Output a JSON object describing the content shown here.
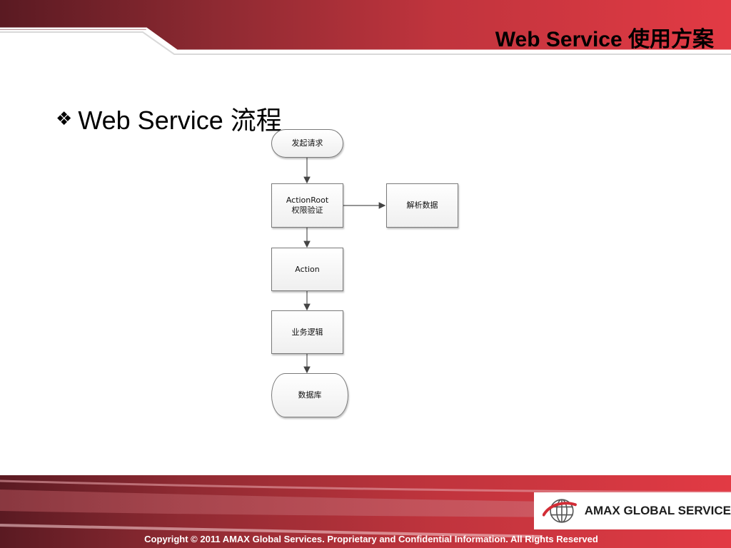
{
  "header": {
    "title": "Web Service 使用方案"
  },
  "bullet": {
    "text": "Web Service 流程",
    "icon": "diamond-cluster-icon"
  },
  "flowchart": {
    "nodes": {
      "start": "发起请求",
      "auth": "ActionRoot\n权限验证",
      "parse": "解析数据",
      "action": "Action",
      "logic": "业务逻辑",
      "database": "数据库"
    }
  },
  "footer": {
    "logo_text": "AMAX GLOBAL SERVICE",
    "copyright": "Copyright © 2011 AMAX Global Services. Proprietary and Confidential Information. All Rights Reserved"
  },
  "colors": {
    "brand_red": "#c8303a",
    "dark_red": "#5a1a22",
    "text": "#000000"
  }
}
